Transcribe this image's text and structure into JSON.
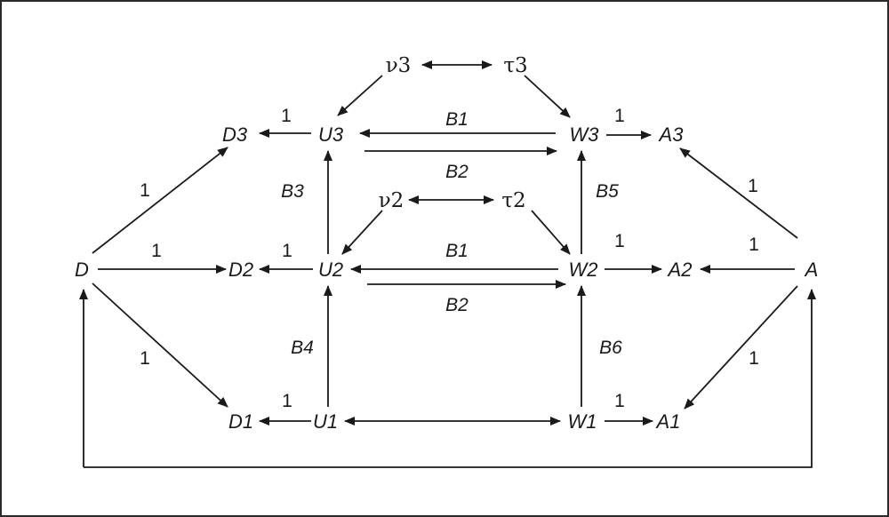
{
  "colors": {
    "ink": "#1a1a1a",
    "border": "#2a2a2a",
    "background": "#ffffff"
  },
  "nodes": {
    "nu3": "ν3",
    "tau3": "τ3",
    "nu2": "ν2",
    "tau2": "τ2",
    "D3": "D3",
    "U3": "U3",
    "W3": "W3",
    "A3": "A3",
    "D": "D",
    "D2": "D2",
    "U2": "U2",
    "W2": "W2",
    "A2": "A2",
    "A": "A",
    "D1": "D1",
    "U1": "U1",
    "W1": "W1",
    "A1": "A1"
  },
  "edge_labels": {
    "U3_D3": "1",
    "W3_U3": "B1",
    "U3_W3": "B2",
    "W3_A3": "1",
    "A_A3": "1",
    "D_D3": "1",
    "U2_U3": "B3",
    "W2_W3": "B5",
    "D_D2": "1",
    "U2_D2": "1",
    "W2_U2": "B1",
    "U2_W2": "B2",
    "W2_A2": "1",
    "A_A2": "1",
    "D_D1": "1",
    "U1_U2": "B4",
    "W1_W2": "B6",
    "A_A1": "1",
    "U1_D1": "1",
    "W1_A1": "1"
  }
}
